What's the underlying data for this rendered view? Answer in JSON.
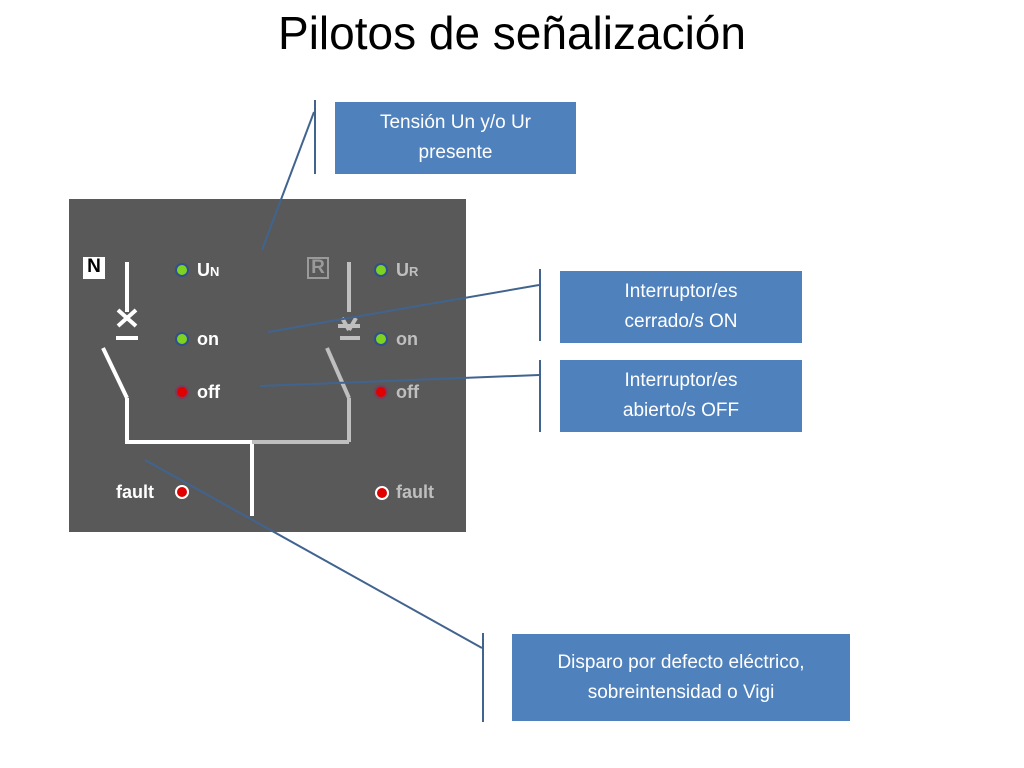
{
  "title": "Pilotos de señalización",
  "panel": {
    "n_symbol": "N",
    "r_symbol": "R",
    "left": {
      "un_main": "U",
      "un_sub": "N",
      "on": "on",
      "off": "off",
      "fault": "fault"
    },
    "right": {
      "ur_main": "U",
      "ur_sub": "R",
      "on": "on",
      "off": "off",
      "fault": "fault"
    }
  },
  "callouts": {
    "voltage": {
      "line1": "Tensión Un y/o Ur",
      "line2": "presente"
    },
    "closed": {
      "line1": "Interruptor/es",
      "line2": "cerrado/s ON"
    },
    "open": {
      "line1": "Interruptor/es",
      "line2": "abierto/s OFF"
    },
    "fault": {
      "line1": "Disparo por defecto eléctrico,",
      "line2": "sobreintensidad o Vigi"
    }
  },
  "colors": {
    "panel_bg": "#595959",
    "callout_bg": "#4f81bd",
    "led_green": "#7ed321",
    "led_red": "#e00000",
    "leader_line": "#41648f"
  }
}
